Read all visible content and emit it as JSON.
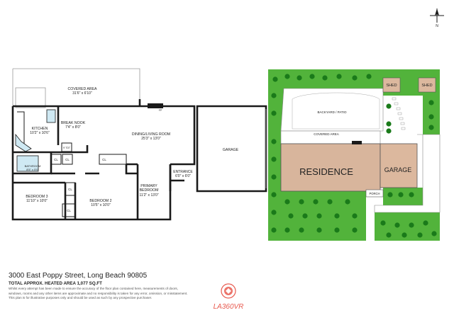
{
  "floor_plan": {
    "rooms": [
      {
        "name": "COVERED AREA",
        "dims": "31'6\" x 6'10\""
      },
      {
        "name": "KITCHEN",
        "dims": "10'2\" x 10'6\""
      },
      {
        "name": "BREAK NOOK",
        "dims": "7'4\" x 8'0\""
      },
      {
        "name": "DINING/LIVING ROOM",
        "dims": "25'3\" x 13'0\""
      },
      {
        "name": "GARAGE",
        "dims": ""
      },
      {
        "name": "BATHROOM",
        "dims": "8'5\" x 5'0\""
      },
      {
        "name": "ENTRANCE",
        "dims": "6'0\" x 6'0\""
      },
      {
        "name": "PRIMARY BEDROOM",
        "dims": "11'2\" x 13'0\""
      },
      {
        "name": "BEDROOM 3",
        "dims": "11'10\" x 10'0\""
      },
      {
        "name": "BEDROOM 2",
        "dims": "10'5\" x 10'0\""
      }
    ],
    "fireplace_label": "FP",
    "ftt_label": "9' TDT",
    "closet_label": "CL"
  },
  "site_plan": {
    "residence": "RESIDENCE",
    "garage": "GARAGE",
    "shed_left": "SHED",
    "shed_right": "SHED",
    "backyard": "BACKYARD / PATIO",
    "covered_area": "COVERED AREA",
    "porch": "PORCH",
    "colors": {
      "residence": "#d8b59c",
      "garage": "#dcb89e",
      "grass": "#52b33b",
      "shed": "#dcb89e",
      "tree": "#1a7a1a"
    }
  },
  "compass": {
    "label": "N"
  },
  "footer": {
    "address": "3000 East Poppy Street, Long Beach 90805",
    "area": "TOTAL APPROX. HEATED AREA 1,077 SQ.FT",
    "disclaimer_1": "Whilst every attempt has been made to ensure the accuracy of the floor plan contained here, measurements of doors,",
    "disclaimer_2": "windows, rooms and any other items are approximate and no responsibility is taken for any error, omission, or misstatement.",
    "disclaimer_3": "This plan is for illustrative purposes only and should be used as such by any prospective purchaser.",
    "brand": "LA360VR"
  }
}
